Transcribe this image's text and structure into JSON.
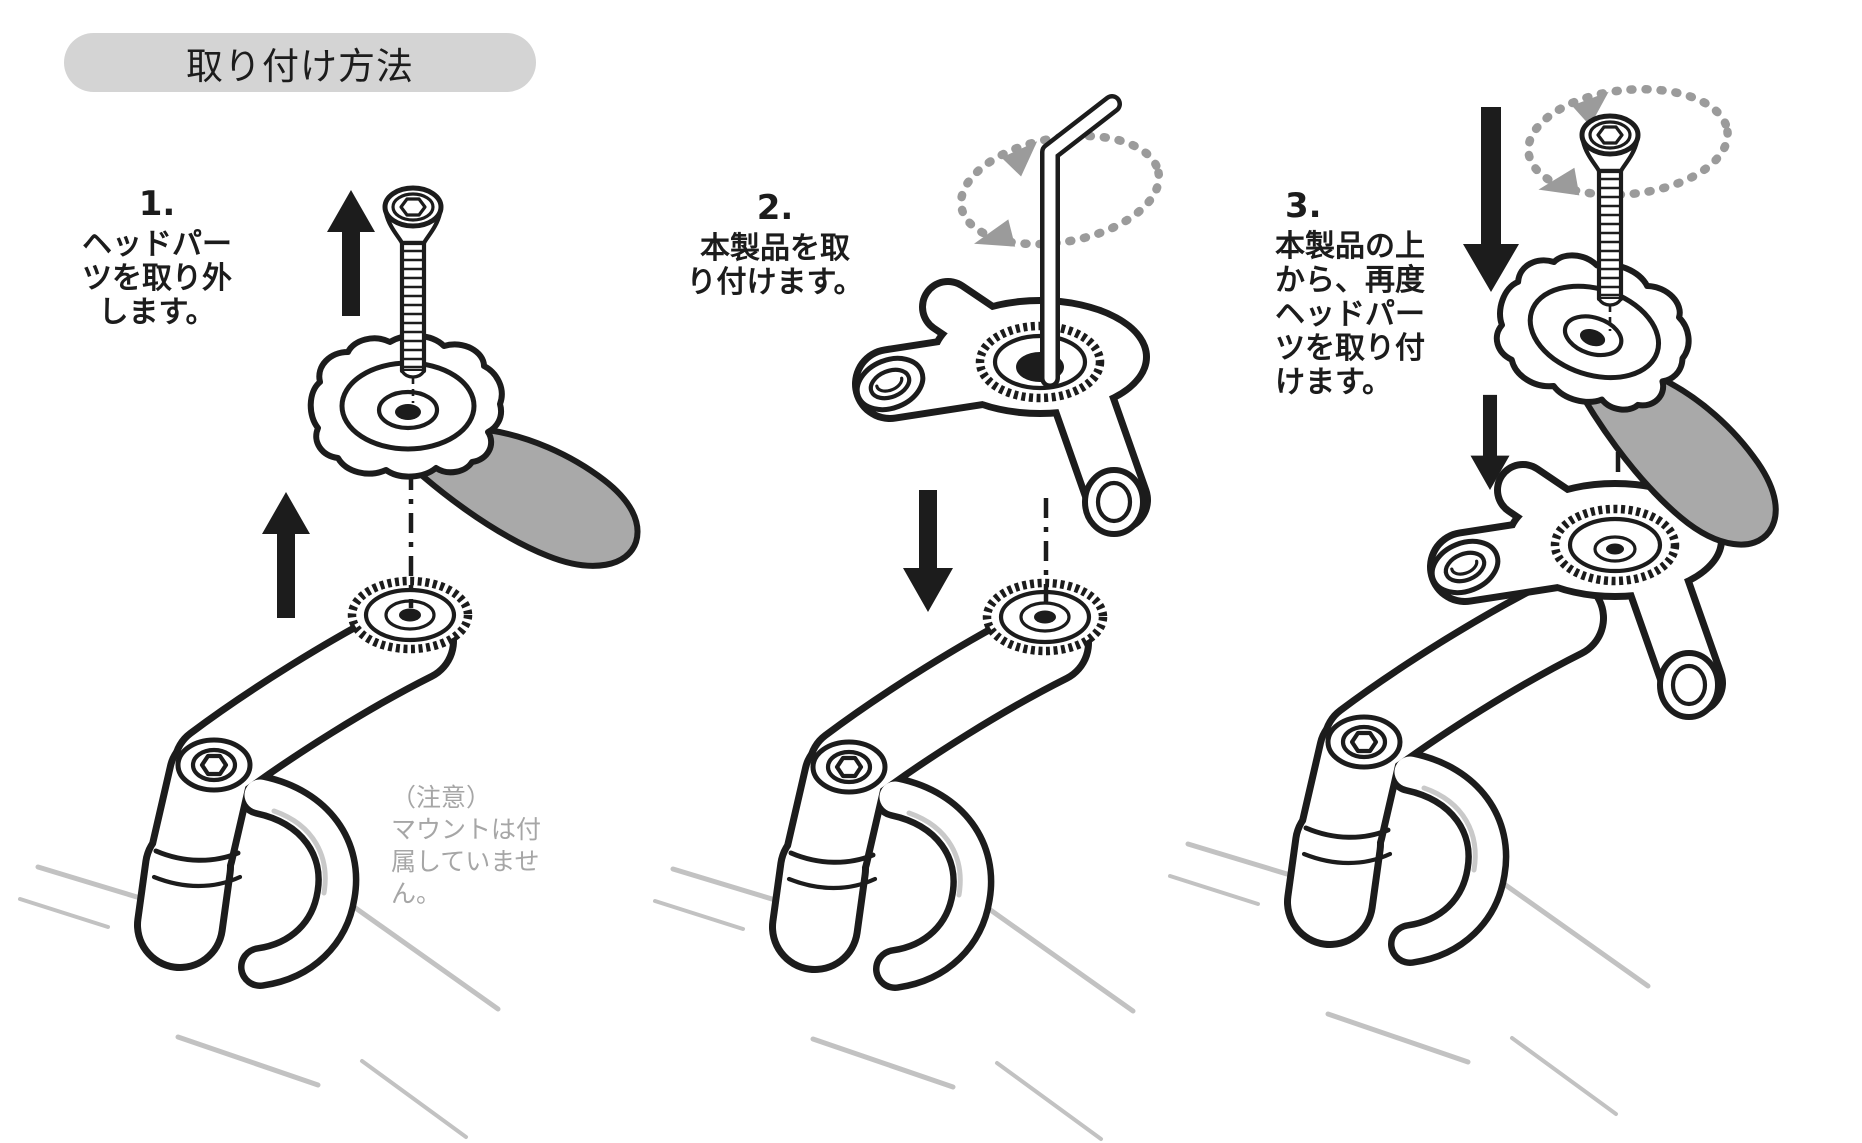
{
  "title": "取り付け方法",
  "steps": [
    {
      "number": "1.",
      "lines": [
        "ヘッドパー",
        "ツを取り外",
        "します。"
      ]
    },
    {
      "number": "2.",
      "lines": [
        "本製品を取",
        "り付けます。"
      ]
    },
    {
      "number": "3.",
      "lines": [
        "本製品の上",
        "から、再度",
        "ヘッドパー",
        "ツを取り付",
        "けます。"
      ]
    }
  ],
  "note": {
    "lines": [
      "（注意）",
      "マウントは付",
      "属していませ",
      "ん。"
    ]
  },
  "colors": {
    "line": "#1c1c1c",
    "gray_fill": "#a9a9a9",
    "light_gray": "#c2c2c2",
    "rotation_gray": "#9b9b9b",
    "pill_bg": "#d4d4d4",
    "note_text": "#a6a6a6",
    "paper": "#ffffff"
  }
}
